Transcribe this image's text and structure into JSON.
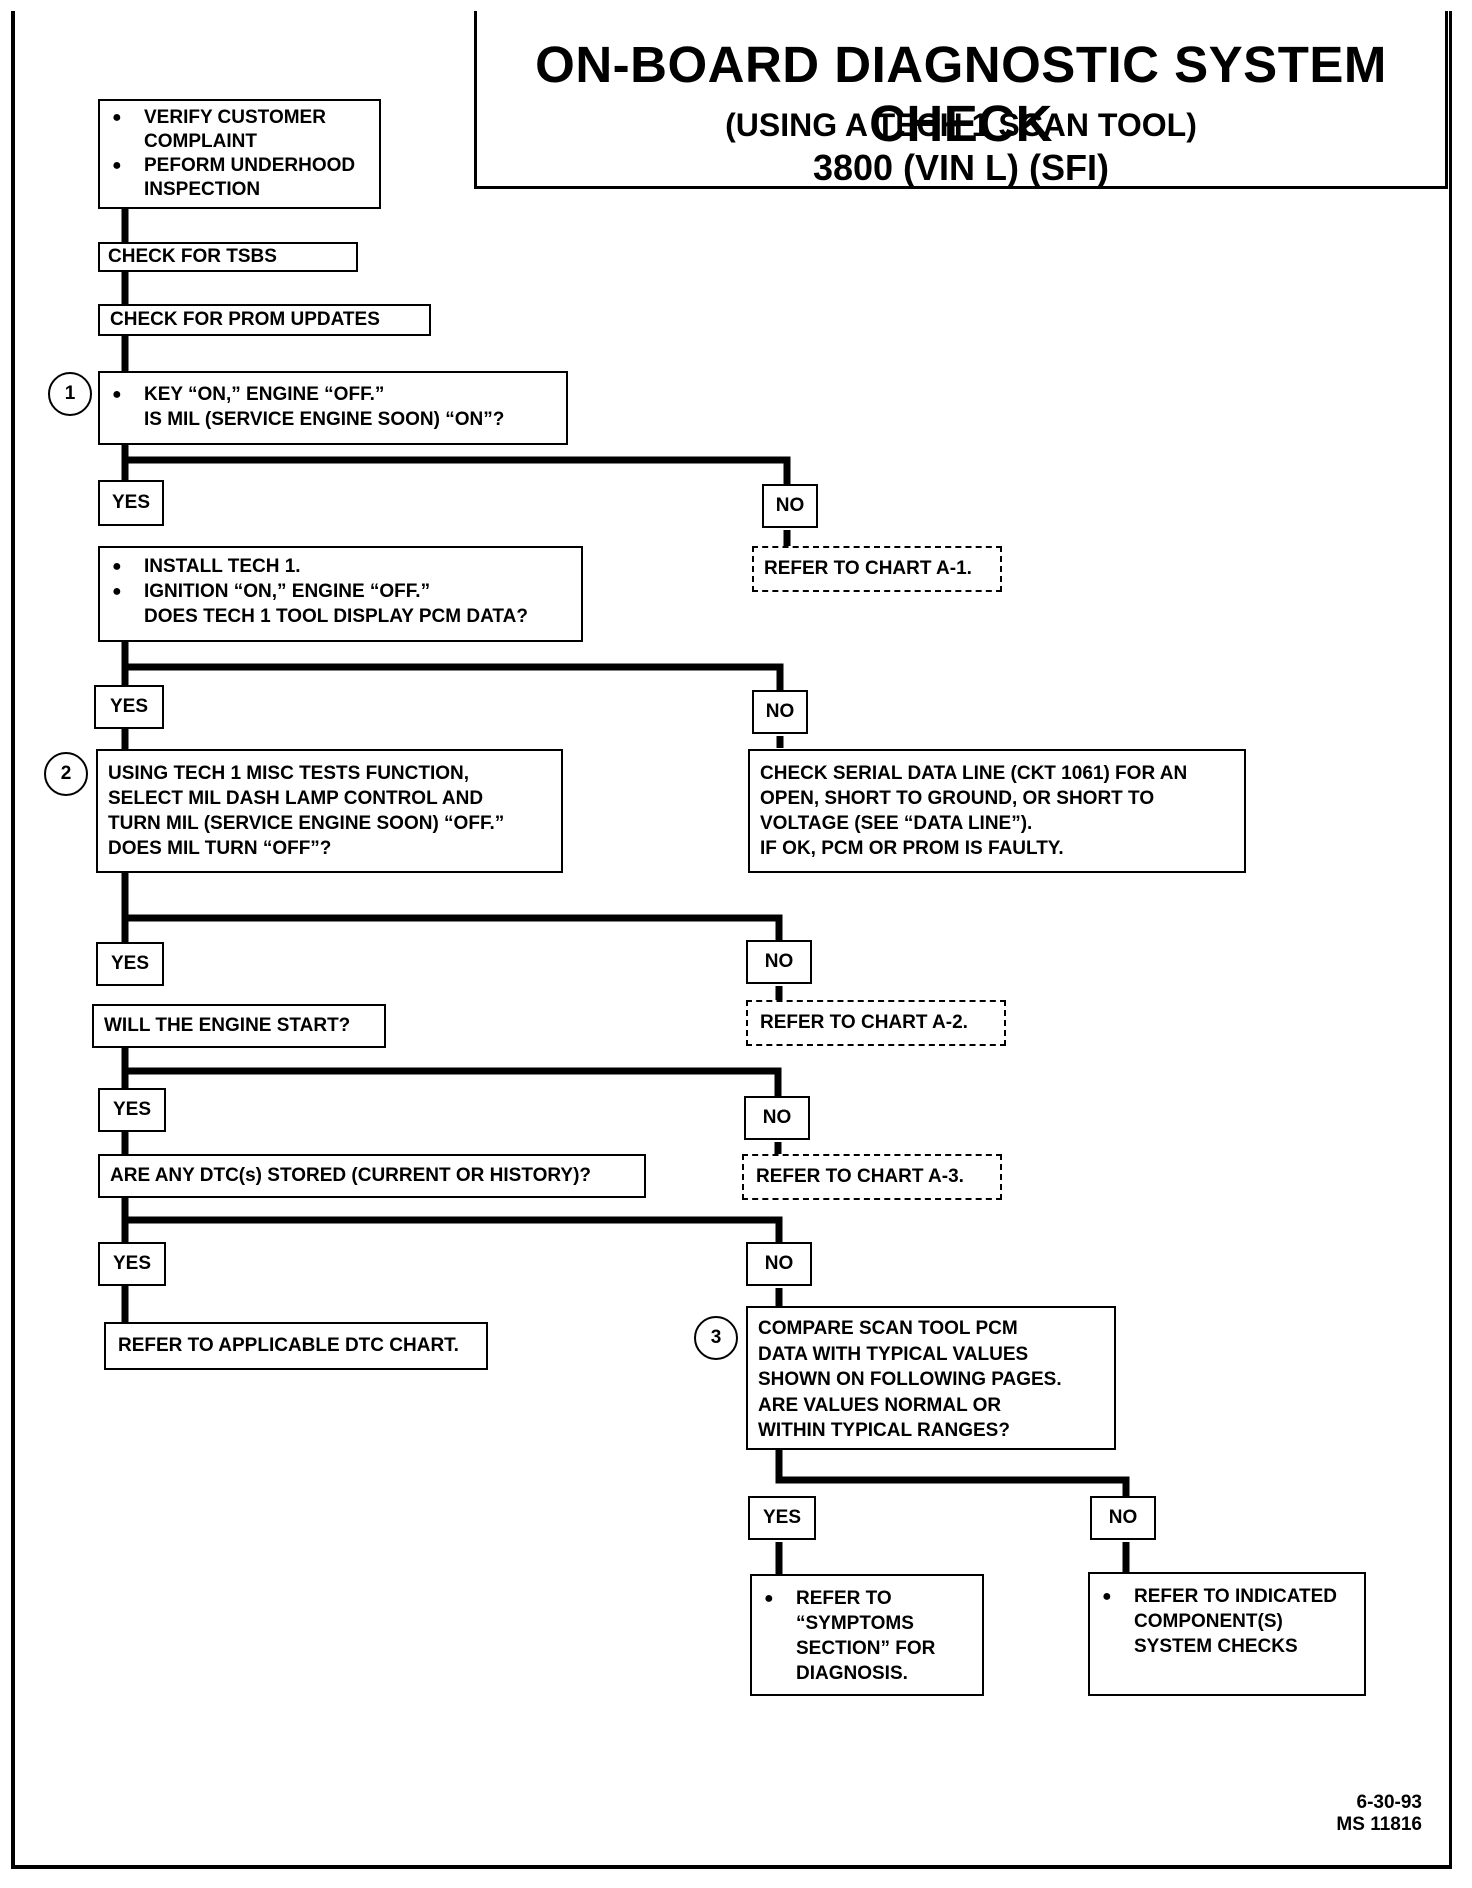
{
  "title": {
    "main": "ON-BOARD DIAGNOSTIC SYSTEM CHECK",
    "sub": "(USING A TECH 1 SCAN TOOL)",
    "engine": "3800  (VIN L)  (SFI)"
  },
  "steps": {
    "s1": "1",
    "s2": "2",
    "s3": "3"
  },
  "nodes": {
    "verify": {
      "items": [
        "VERIFY CUSTOMER",
        "PEFORM UNDERHOOD"
      ],
      "continuations": [
        "COMPLAINT",
        "INSPECTION"
      ]
    },
    "tsbs": "CHECK FOR TSBS",
    "prom": "CHECK FOR PROM UPDATES",
    "q1": {
      "line1": "KEY “ON,” ENGINE “OFF.”",
      "line2": "IS MIL (SERVICE ENGINE SOON) “ON”?"
    },
    "chart_a1": "REFER TO CHART A-1.",
    "q2": {
      "item1": "INSTALL TECH 1.",
      "item2": "IGNITION “ON,” ENGINE “OFF.”",
      "line3": "DOES TECH 1 TOOL DISPLAY PCM DATA?"
    },
    "q3": {
      "line1": "USING TECH 1 MISC TESTS FUNCTION,",
      "line2": "SELECT MIL DASH LAMP CONTROL AND",
      "line3": "TURN MIL (SERVICE ENGINE SOON) “OFF.”",
      "line4": "DOES MIL TURN “OFF”?"
    },
    "serial": {
      "line1": "CHECK SERIAL DATA LINE (CKT 1061) FOR AN",
      "line2": "OPEN, SHORT TO GROUND, OR SHORT TO",
      "line3": "VOLTAGE (SEE “DATA LINE”).",
      "line4": "IF OK, PCM OR PROM IS FAULTY."
    },
    "engine_start": "WILL THE ENGINE START?",
    "chart_a2": "REFER TO CHART A-2.",
    "chart_a3": "REFER TO CHART A-3.",
    "dtc_q": "ARE ANY DTC(s) STORED (CURRENT OR HISTORY)?",
    "dtc_chart": "REFER TO APPLICABLE DTC CHART.",
    "compare": {
      "line1": "COMPARE SCAN TOOL PCM",
      "line2": "DATA WITH TYPICAL VALUES",
      "line3": "SHOWN ON FOLLOWING PAGES.",
      "line4": "ARE VALUES NORMAL OR",
      "line5": "WITHIN TYPICAL RANGES?"
    },
    "symptoms": {
      "item1": "REFER TO",
      "line2": "“SYMPTOMS",
      "line3": "SECTION”  FOR",
      "line4": "DIAGNOSIS."
    },
    "component": {
      "item1": "REFER TO INDICATED",
      "line2": "COMPONENT(S)",
      "line3": "SYSTEM   CHECKS"
    }
  },
  "labels": {
    "yes": "YES",
    "no": "NO"
  },
  "footer": {
    "date": "6-30-93",
    "ms": "MS 11816"
  }
}
